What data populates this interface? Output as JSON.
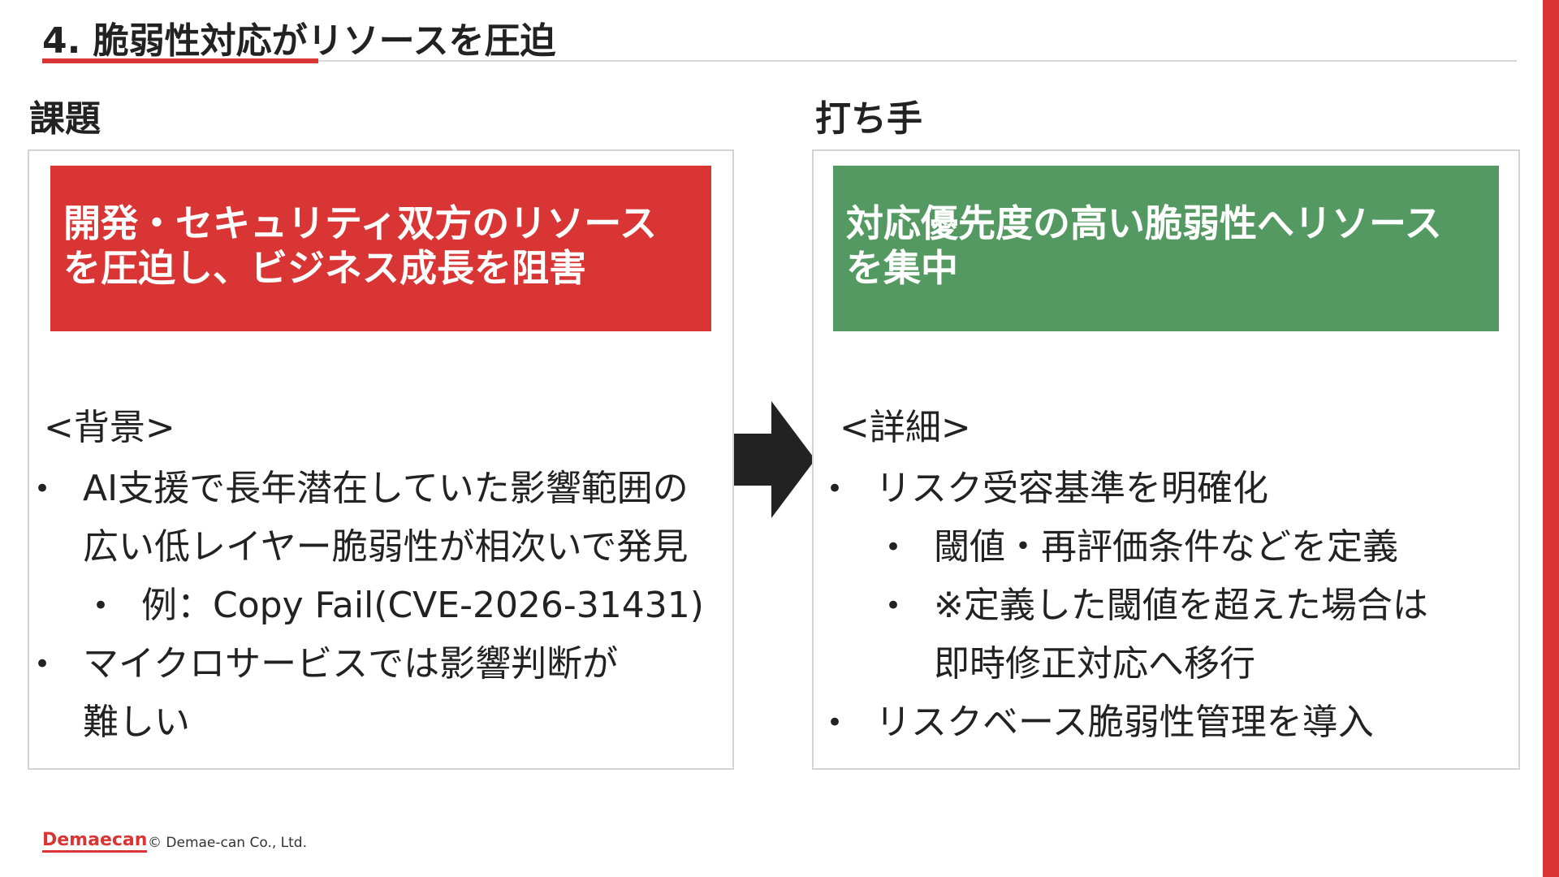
{
  "colors": {
    "accent_red": "#D93535",
    "accent_green": "#549961",
    "arrow": "#222222"
  },
  "header": {
    "title": "4. 脆弱性対応がリソースを圧迫"
  },
  "left": {
    "heading": "課題",
    "banner": [
      "開発・セキュリティ双方のリソース",
      "を圧迫し、ビジネス成長を阻害"
    ],
    "section_label": "<背景>",
    "bullets": [
      {
        "level": 1,
        "lines": [
          "AI支援で長年潜在していた影響範囲の",
          "広い低レイヤー脆弱性が相次いで発見"
        ]
      },
      {
        "level": 2,
        "lines": [
          "例：Copy Fail(CVE-2026-31431)"
        ]
      },
      {
        "level": 1,
        "lines": [
          "マイクロサービスでは影響判断が",
          "難しい"
        ]
      }
    ]
  },
  "right": {
    "heading": "打ち手",
    "banner": [
      "対応優先度の高い脆弱性へリソース",
      "を集中"
    ],
    "section_label": "<詳細>",
    "bullets": [
      {
        "level": 1,
        "lines": [
          "リスク受容基準を明確化"
        ]
      },
      {
        "level": 2,
        "lines": [
          "閾値・再評価条件などを定義"
        ]
      },
      {
        "level": 2,
        "lines": [
          "※定義した閾値を超えた場合は",
          "即時修正対応へ移行"
        ]
      },
      {
        "level": 1,
        "lines": [
          "リスクベース脆弱性管理を導入"
        ]
      }
    ]
  },
  "arrow_icon": "right-arrow-icon",
  "footer": {
    "logo": "Demaecan",
    "copyright": "© Demae-can Co., Ltd."
  }
}
